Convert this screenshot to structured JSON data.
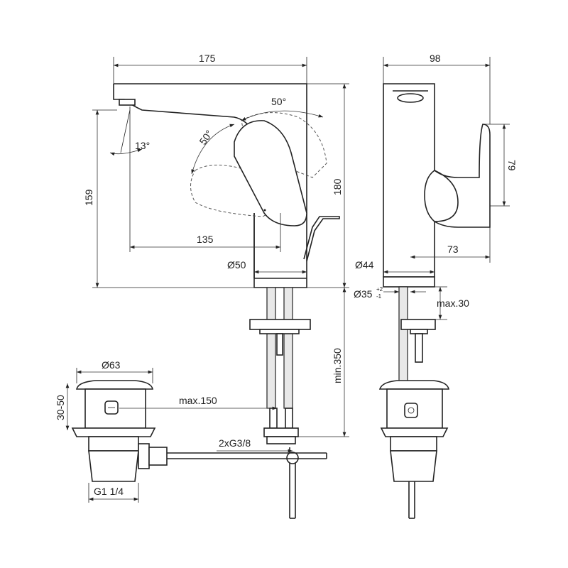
{
  "drawing": {
    "dimensions": {
      "overall_width_side": "175",
      "overall_width_front": "98",
      "lever_angle_1": "50°",
      "lever_angle_2": "50°",
      "spout_angle": "13°",
      "spout_height": "159",
      "total_height": "180",
      "lever_height": "79",
      "spout_reach": "135",
      "lever_depth": "73",
      "base_diameter_side": "Ø50",
      "base_diameter_front": "Ø44",
      "hole_diameter": "Ø35",
      "hole_tol_plus": "+2",
      "hole_tol_minus": "-1",
      "max_deck": "max.30",
      "min_hose": "min.350",
      "waste_diameter": "Ø63",
      "waste_range": "30-50",
      "max_rod": "max.150",
      "connection": "2xG3/8",
      "waste_thread": "G1 1/4"
    }
  }
}
